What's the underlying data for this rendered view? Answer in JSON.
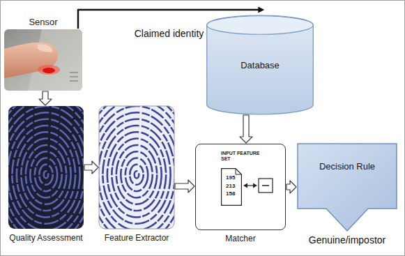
{
  "diagram": {
    "nodes": [
      {
        "text": [
          "Sensor"
        ]
      },
      {
        "text": [
          "Database"
        ]
      },
      {
        "text": [
          "Quality Assessment"
        ]
      },
      {
        "text": [
          "Feature Extractor"
        ]
      },
      {
        "text": [
          "INPUT FEATURE SET",
          "Matcher"
        ]
      },
      {
        "text": [
          "195 213 158"
        ],
        "in": 4
      },
      {
        "text": [
          "Decision Rule"
        ]
      }
    ],
    "edges": [
      {
        "from": 0,
        "to": 1,
        "arrow": "to",
        "label": "Claimed identity"
      },
      {
        "from": 0,
        "to": 2,
        "arrow": "to"
      },
      {
        "from": 2,
        "to": 3,
        "arrow": "to"
      },
      {
        "from": 3,
        "to": 4,
        "arrow": "to"
      },
      {
        "from": 1,
        "to": 4,
        "arrow": "to"
      },
      {
        "from": 4,
        "to": 6,
        "arrow": "to"
      }
    ],
    "labels": [
      "Genuine/impostor"
    ]
  }
}
